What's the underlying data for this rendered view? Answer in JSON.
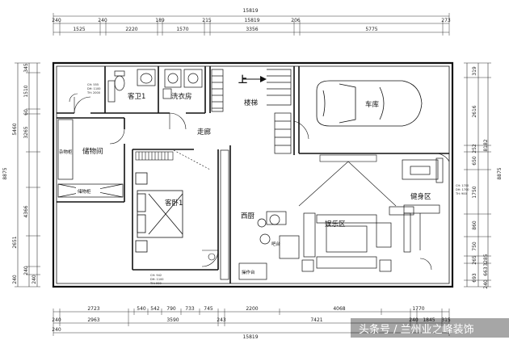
{
  "dims": {
    "top_total": "15819",
    "top_row1": [
      "240",
      "240",
      "189",
      "215",
      "15819",
      "206",
      "273"
    ],
    "top_row2": [
      "1525",
      "2220",
      "1570",
      "3356",
      "5775"
    ],
    "bottom_row1": [
      "2723",
      "540",
      "542",
      "790",
      "733",
      "745",
      "2200",
      "4068",
      "1770"
    ],
    "bottom_row2": [
      "240",
      "2963",
      "3590",
      "243",
      "7421",
      "240",
      "1845",
      "315"
    ],
    "bottom_row2b": [
      "240"
    ],
    "bottom_total": "15819",
    "left_outer": [
      "345",
      "1510",
      "60",
      "5460",
      "3265",
      "8875",
      "4366",
      "2651",
      "240",
      "240",
      "240"
    ],
    "right_outer": [
      "319",
      "2616",
      "8182",
      "252",
      "8875",
      "1750",
      "650",
      "860",
      "750",
      "265",
      "693",
      "240",
      "3285",
      "663"
    ]
  },
  "rooms": {
    "guest_bath": "客卫1",
    "laundry": "洗衣房",
    "stairs": "楼梯",
    "up": "上",
    "garage": "车库",
    "corridor": "走廊",
    "misc_cabinet": "杂物柜",
    "storage": "储物间",
    "storage_cabinet": "储物柜",
    "guest_bedroom": "客卧1",
    "west_kitchen": "西厨",
    "gym": "健身区",
    "entertainment": "娱乐区",
    "bar": "吧台",
    "counter": "操作台"
  },
  "window_notes": {
    "bath": [
      "CH: 555",
      "DH: 1100",
      "TH: 2000"
    ],
    "bedroom": [
      "CH: 942",
      "DH: 1100",
      "TH: 900"
    ],
    "gym": [
      "CH: 1700",
      "DH: 1700",
      "TH: 900"
    ]
  },
  "watermark": "头条号 / 兰州业之峰装饰"
}
